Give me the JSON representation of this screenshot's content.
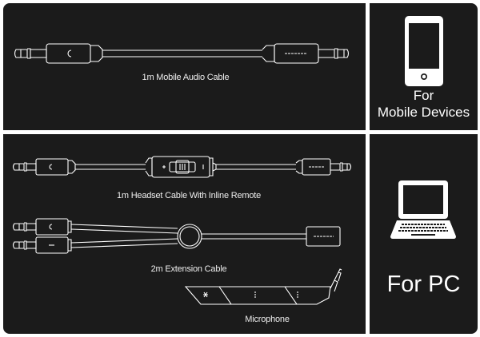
{
  "mobile_section": {
    "cable_caption": "1m Mobile Audio Cable",
    "device_label_line1": "For",
    "device_label_line2": "Mobile Devices",
    "device_icon": "smartphone-icon"
  },
  "pc_section": {
    "headset_cable_caption": "1m Headset Cable With Inline Remote",
    "extension_cable_caption": "2m Extension Cable",
    "microphone_caption": "Microphone",
    "device_label": "For PC",
    "device_icon": "laptop-icon"
  },
  "colors": {
    "panel": "#1b1b1b",
    "line": "#ffffff",
    "background": "#ffffff"
  }
}
